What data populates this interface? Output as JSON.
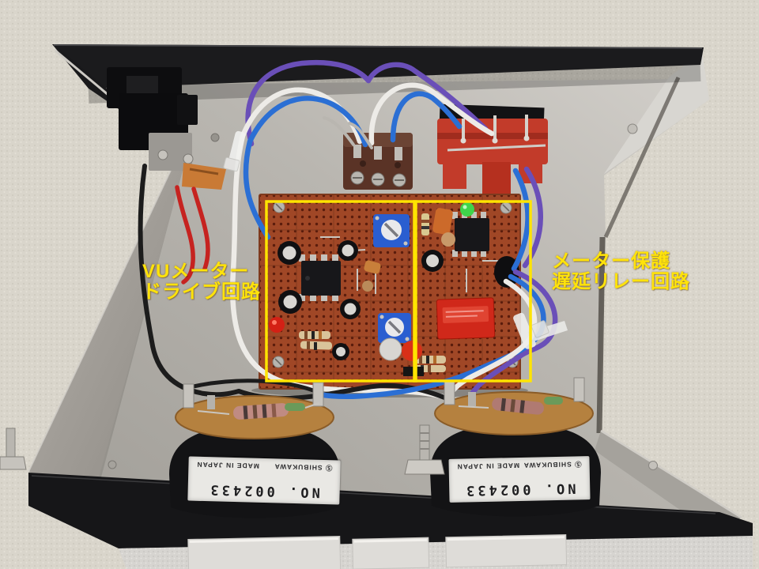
{
  "annotations": {
    "left_label": {
      "line1": "VUメーター",
      "line2": "ドライブ回路"
    },
    "right_label": {
      "line1": "メーター保護",
      "line2": "遅延リレー回路"
    }
  },
  "meters": {
    "left": {
      "serial": "NO. 002433",
      "brand": "Ⓢ SHIBUKAWA",
      "origin": "MADE IN JAPAN"
    },
    "right": {
      "serial": "NO. 002433",
      "brand": "Ⓢ SHIBUKAWA",
      "origin": "MADE IN JAPAN"
    }
  },
  "colors": {
    "annotation_yellow": "#ffe30a",
    "highlight_box_yellow": "#ffe400",
    "fabric_background": "#d8d4ca",
    "chassis_black": "#1b1b1d",
    "chassis_silver": "#b8b5b0",
    "board_copper": "#a04726",
    "wire_blue": "#2b6fd4",
    "wire_purple": "#6a4fb8",
    "wire_white": "#edebe7",
    "wire_red": "#c62320"
  }
}
